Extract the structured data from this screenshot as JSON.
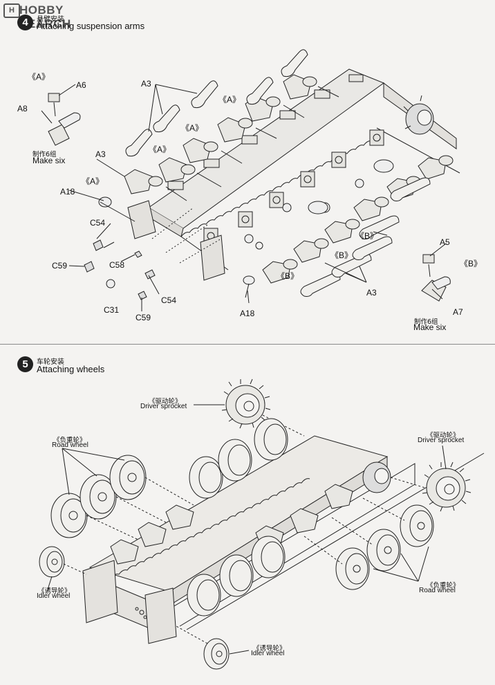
{
  "watermark": {
    "text": "HOBBY SEARCH",
    "badge": "H"
  },
  "step4": {
    "number": "4",
    "title_cn": "悬臂安装",
    "title_en": "Attaching suspension arms",
    "group_A": "《A》",
    "group_B": "《B》",
    "make_six_cn": "制作6组",
    "make_six_en": "Make six",
    "parts": {
      "A3": "A3",
      "A5": "A5",
      "A6": "A6",
      "A7": "A7",
      "A8": "A8",
      "A18": "A18",
      "C31": "C31",
      "C54": "C54",
      "C58": "C58",
      "C59": "C59"
    }
  },
  "step5": {
    "number": "5",
    "title_cn": "车轮安装",
    "title_en": "Attaching wheels",
    "driver_sprocket_cn": "《驱动轮》",
    "driver_sprocket_en": "Driver sprocket",
    "road_wheel_cn": "《负重轮》",
    "road_wheel_en": "Road wheel",
    "idler_wheel_cn": "《诱导轮》",
    "idler_wheel_en": "Idler wheel"
  }
}
